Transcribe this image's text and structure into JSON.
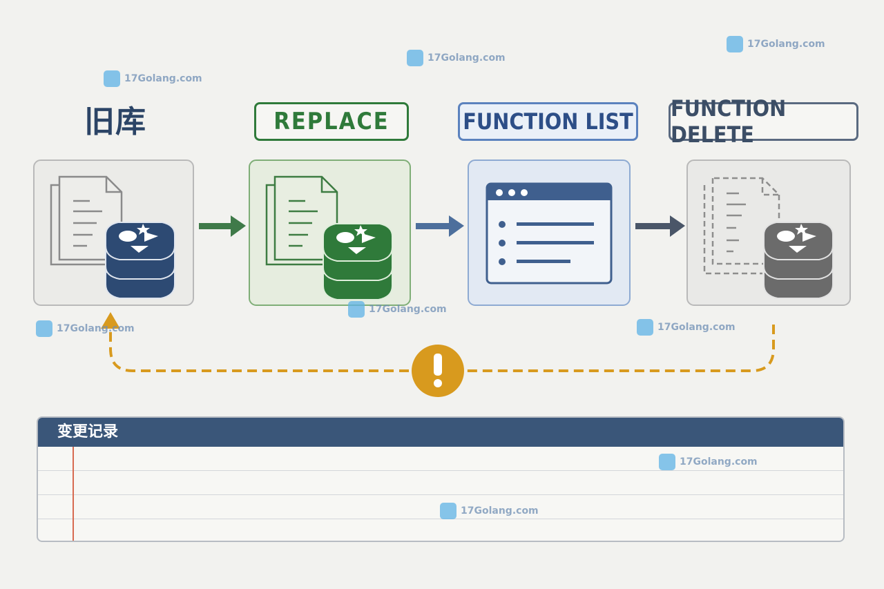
{
  "stages": {
    "old_db": {
      "title": "旧库"
    },
    "replace": {
      "title": "REPLACE"
    },
    "function_list": {
      "title": "FUNCTION LIST"
    },
    "function_delete": {
      "title": "FUNCTION DELETE"
    }
  },
  "change_log": {
    "title": "变更记录"
  },
  "watermark": {
    "text": "17Golang.com"
  },
  "colors": {
    "old_db": "#2d4a73",
    "replace": "#2f7a3a",
    "function_list": "#5b82be",
    "function_delete": "#6b6b6b",
    "warning": "#d89a1e",
    "log_header": "#3a5679"
  },
  "icons": [
    "document-stack-icon",
    "redis-database-icon",
    "arrow-right-icon",
    "browser-window-list-icon",
    "dashed-document-icon",
    "warning-icon",
    "arrow-up-icon"
  ]
}
